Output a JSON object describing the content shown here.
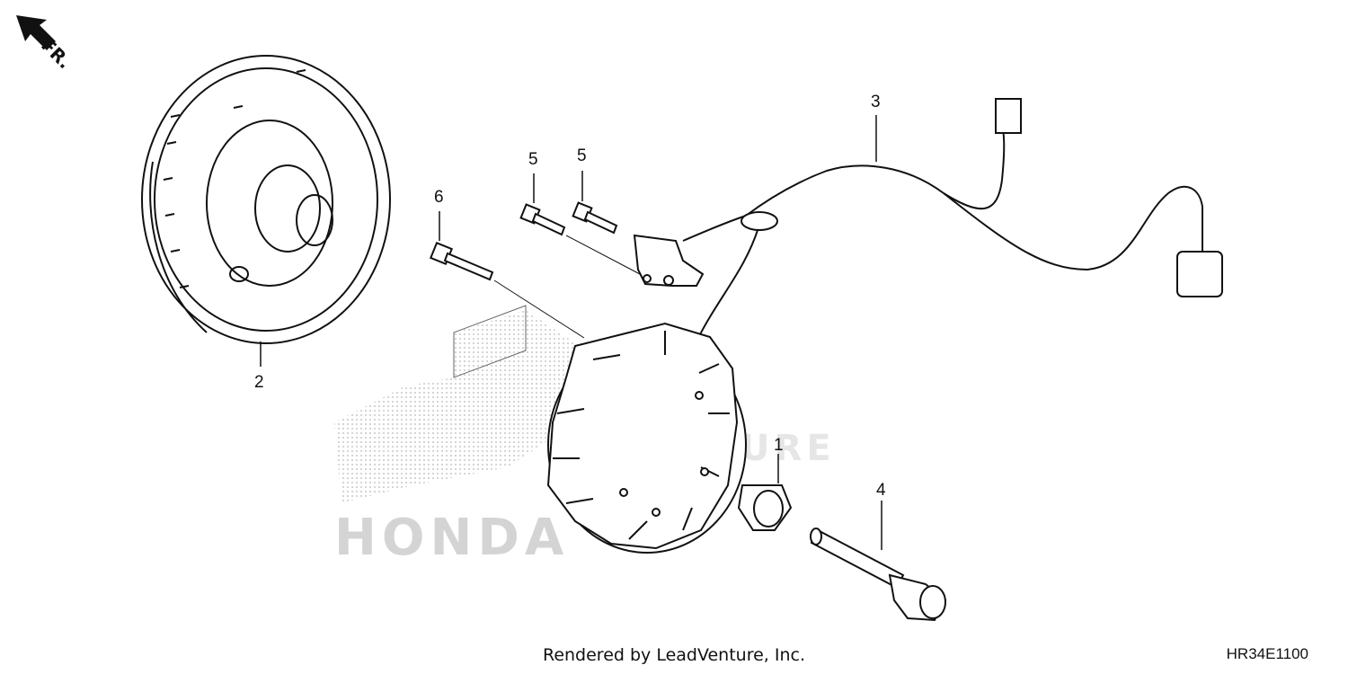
{
  "orientation_label": "FR.",
  "callouts": {
    "part_1": "1",
    "part_2": "2",
    "part_3": "3",
    "part_4": "4",
    "part_5a": "5",
    "part_5b": "5",
    "part_6": "6"
  },
  "watermark": {
    "brand": "HONDA",
    "dealer": "VENTURE"
  },
  "footer": {
    "rendered_by": "Rendered by LeadVenture, Inc.",
    "diagram_code": "HR34E1100"
  },
  "colors": {
    "line": "#111111",
    "watermark": "#d4d4d4"
  }
}
